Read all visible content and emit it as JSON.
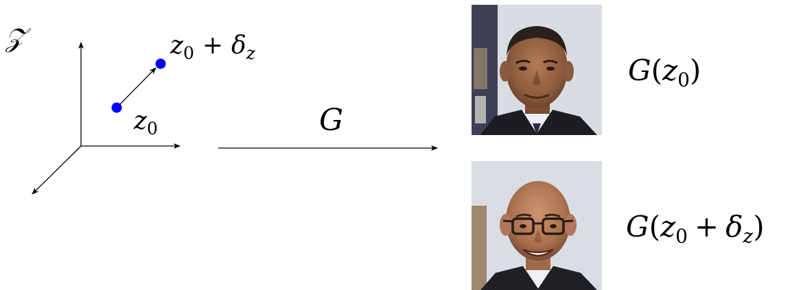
{
  "latent_space": {
    "space_label": "𝒵",
    "origin_point_label": "z",
    "origin_point_subscript": "0",
    "shifted_point_label_base": "z",
    "shifted_point_subscript": "0",
    "shifted_point_plus": "+",
    "shifted_point_delta": "δ",
    "shifted_point_delta_subscript": "z",
    "point_color": "#0000ff"
  },
  "mapping": {
    "generator_label": "G"
  },
  "outputs": [
    {
      "label_prefix": "G(",
      "label_var": "z",
      "label_sub": "0",
      "label_suffix": ")",
      "image_description_icon": "face-portrait"
    },
    {
      "label_prefix": "G(",
      "label_var": "z",
      "label_sub": "0",
      "label_plus": "+",
      "label_delta": "δ",
      "label_delta_sub": "z",
      "label_suffix": ")",
      "image_description_icon": "face-portrait-edited"
    }
  ]
}
